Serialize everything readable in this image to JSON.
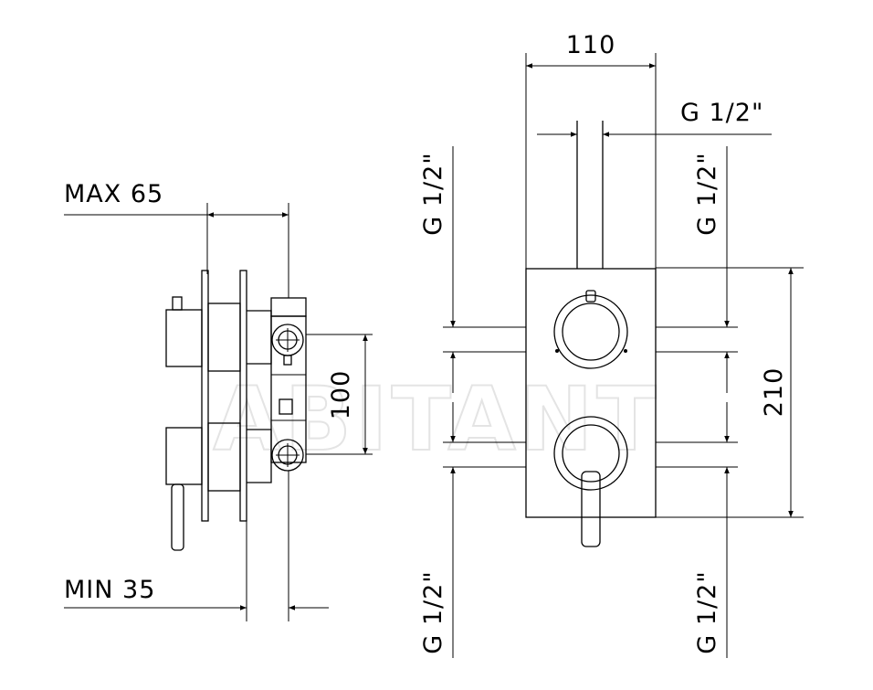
{
  "watermark": "ABITANT",
  "dimensions": {
    "max_depth": "MAX 65",
    "min_depth": "MIN 35",
    "side_spacing": "100",
    "width": "110",
    "height": "210",
    "thread_top": "G 1/2\"",
    "thread_left_upper": "G 1/2\"",
    "thread_right_upper": "G 1/2\"",
    "thread_left_lower": "G 1/2\"",
    "thread_right_lower": "G 1/2\""
  }
}
